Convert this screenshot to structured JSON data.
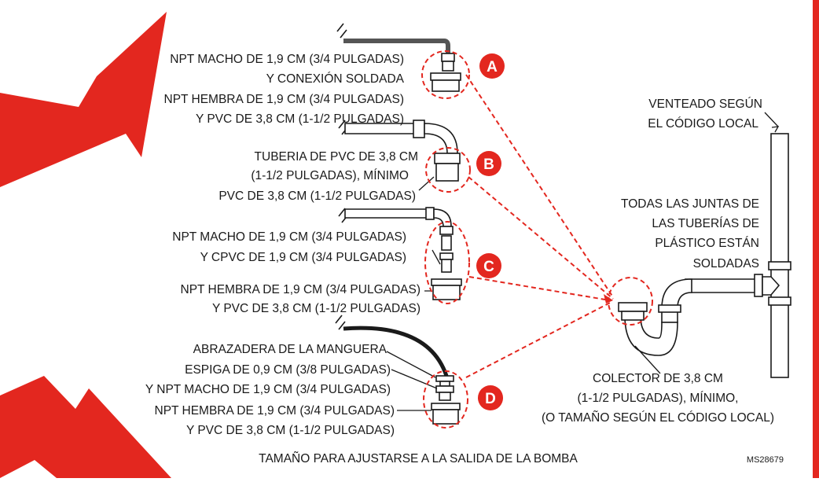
{
  "labels": {
    "a1": "NPT MACHO DE 1,9 CM (3/4 PULGADAS)",
    "a2": "Y CONEXIÓN SOLDADA",
    "a3": "NPT HEMBRA DE 1,9 CM (3/4 PULGADAS)",
    "a4": "Y PVC DE 3,8 CM (1-1/2 PULGADAS)",
    "b1": "TUBERIA DE PVC DE 3,8 CM",
    "b2": "(1-1/2 PULGADAS), MÍNIMO",
    "b3": "PVC DE 3,8 CM (1-1/2 PULGADAS)",
    "c1": "NPT MACHO DE 1,9 CM (3/4 PULGADAS)",
    "c2": "Y CPVC DE 1,9 CM (3/4 PULGADAS)",
    "c3": "NPT HEMBRA DE 1,9 CM (3/4 PULGADAS)",
    "c4": "Y PVC DE 3,8 CM (1-1/2 PULGADAS)",
    "d1": "ABRAZADERA DE LA MANGUERA",
    "d2": "ESPIGA DE 0,9 CM (3/8 PULGADAS)",
    "d3": "Y NPT MACHO DE 1,9 CM (3/4 PULGADAS)",
    "d4": "NPT HEMBRA DE 1,9 CM (3/4 PULGADAS)",
    "d5": "Y PVC DE 3,8 CM (1-1/2 PULGADAS)",
    "vent1": "VENTEADO SEGÚN",
    "vent2": "EL CÓDIGO LOCAL",
    "joints1": "TODAS LAS JUNTAS DE",
    "joints2": "LAS TUBERÍAS DE",
    "joints3": "PLÁSTICO ESTÁN",
    "joints4": "SOLDADAS",
    "trap1": "COLECTOR DE 3,8 CM",
    "trap2": "(1-1/2 PULGADAS), MÍNIMO,",
    "trap3": "(O TAMAÑO SEGÚN EL CÓDIGO LOCAL)",
    "bottom": "TAMAÑO PARA AJUSTARSE A LA SALIDA DE LA BOMBA",
    "code": "MS28679"
  },
  "badges": {
    "a": "A",
    "b": "B",
    "c": "C",
    "d": "D"
  },
  "colors": {
    "accent_red": "#e3271f",
    "ink": "#1a1a1a",
    "background": "#ffffff",
    "hose": "#555555"
  }
}
